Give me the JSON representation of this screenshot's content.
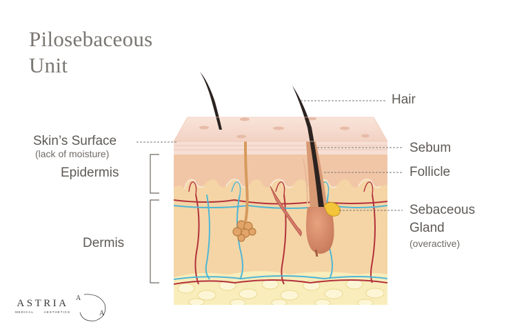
{
  "title": {
    "line1": "Pilosebaceous",
    "line2": "Unit"
  },
  "labels": {
    "hair": "Hair",
    "skin_surface": "Skin’s Surface",
    "skin_surface_note": "(lack of moisture)",
    "sebum": "Sebum",
    "epidermis": "Epidermis",
    "follicle": "Follicle",
    "sebaceous_gland_line1": "Sebaceous",
    "sebaceous_gland_line2": "Gland",
    "sebaceous_gland_note": "(overactive)",
    "dermis": "Dermis"
  },
  "brand": {
    "name": "ASTRIA",
    "sub_left": "MEDICAL",
    "sub_right": "AESTHETICS",
    "mark_top": "A",
    "mark_bottom": "A"
  },
  "colors": {
    "skin_top": "#f6dcd0",
    "epidermis": "#f1c9a8",
    "dermis": "#f6d6a6",
    "fat": "#f7ebb6",
    "artery": "#b2303b",
    "vein": "#4fb6d6",
    "hair": "#2c2320",
    "gland": "#e8b520"
  }
}
